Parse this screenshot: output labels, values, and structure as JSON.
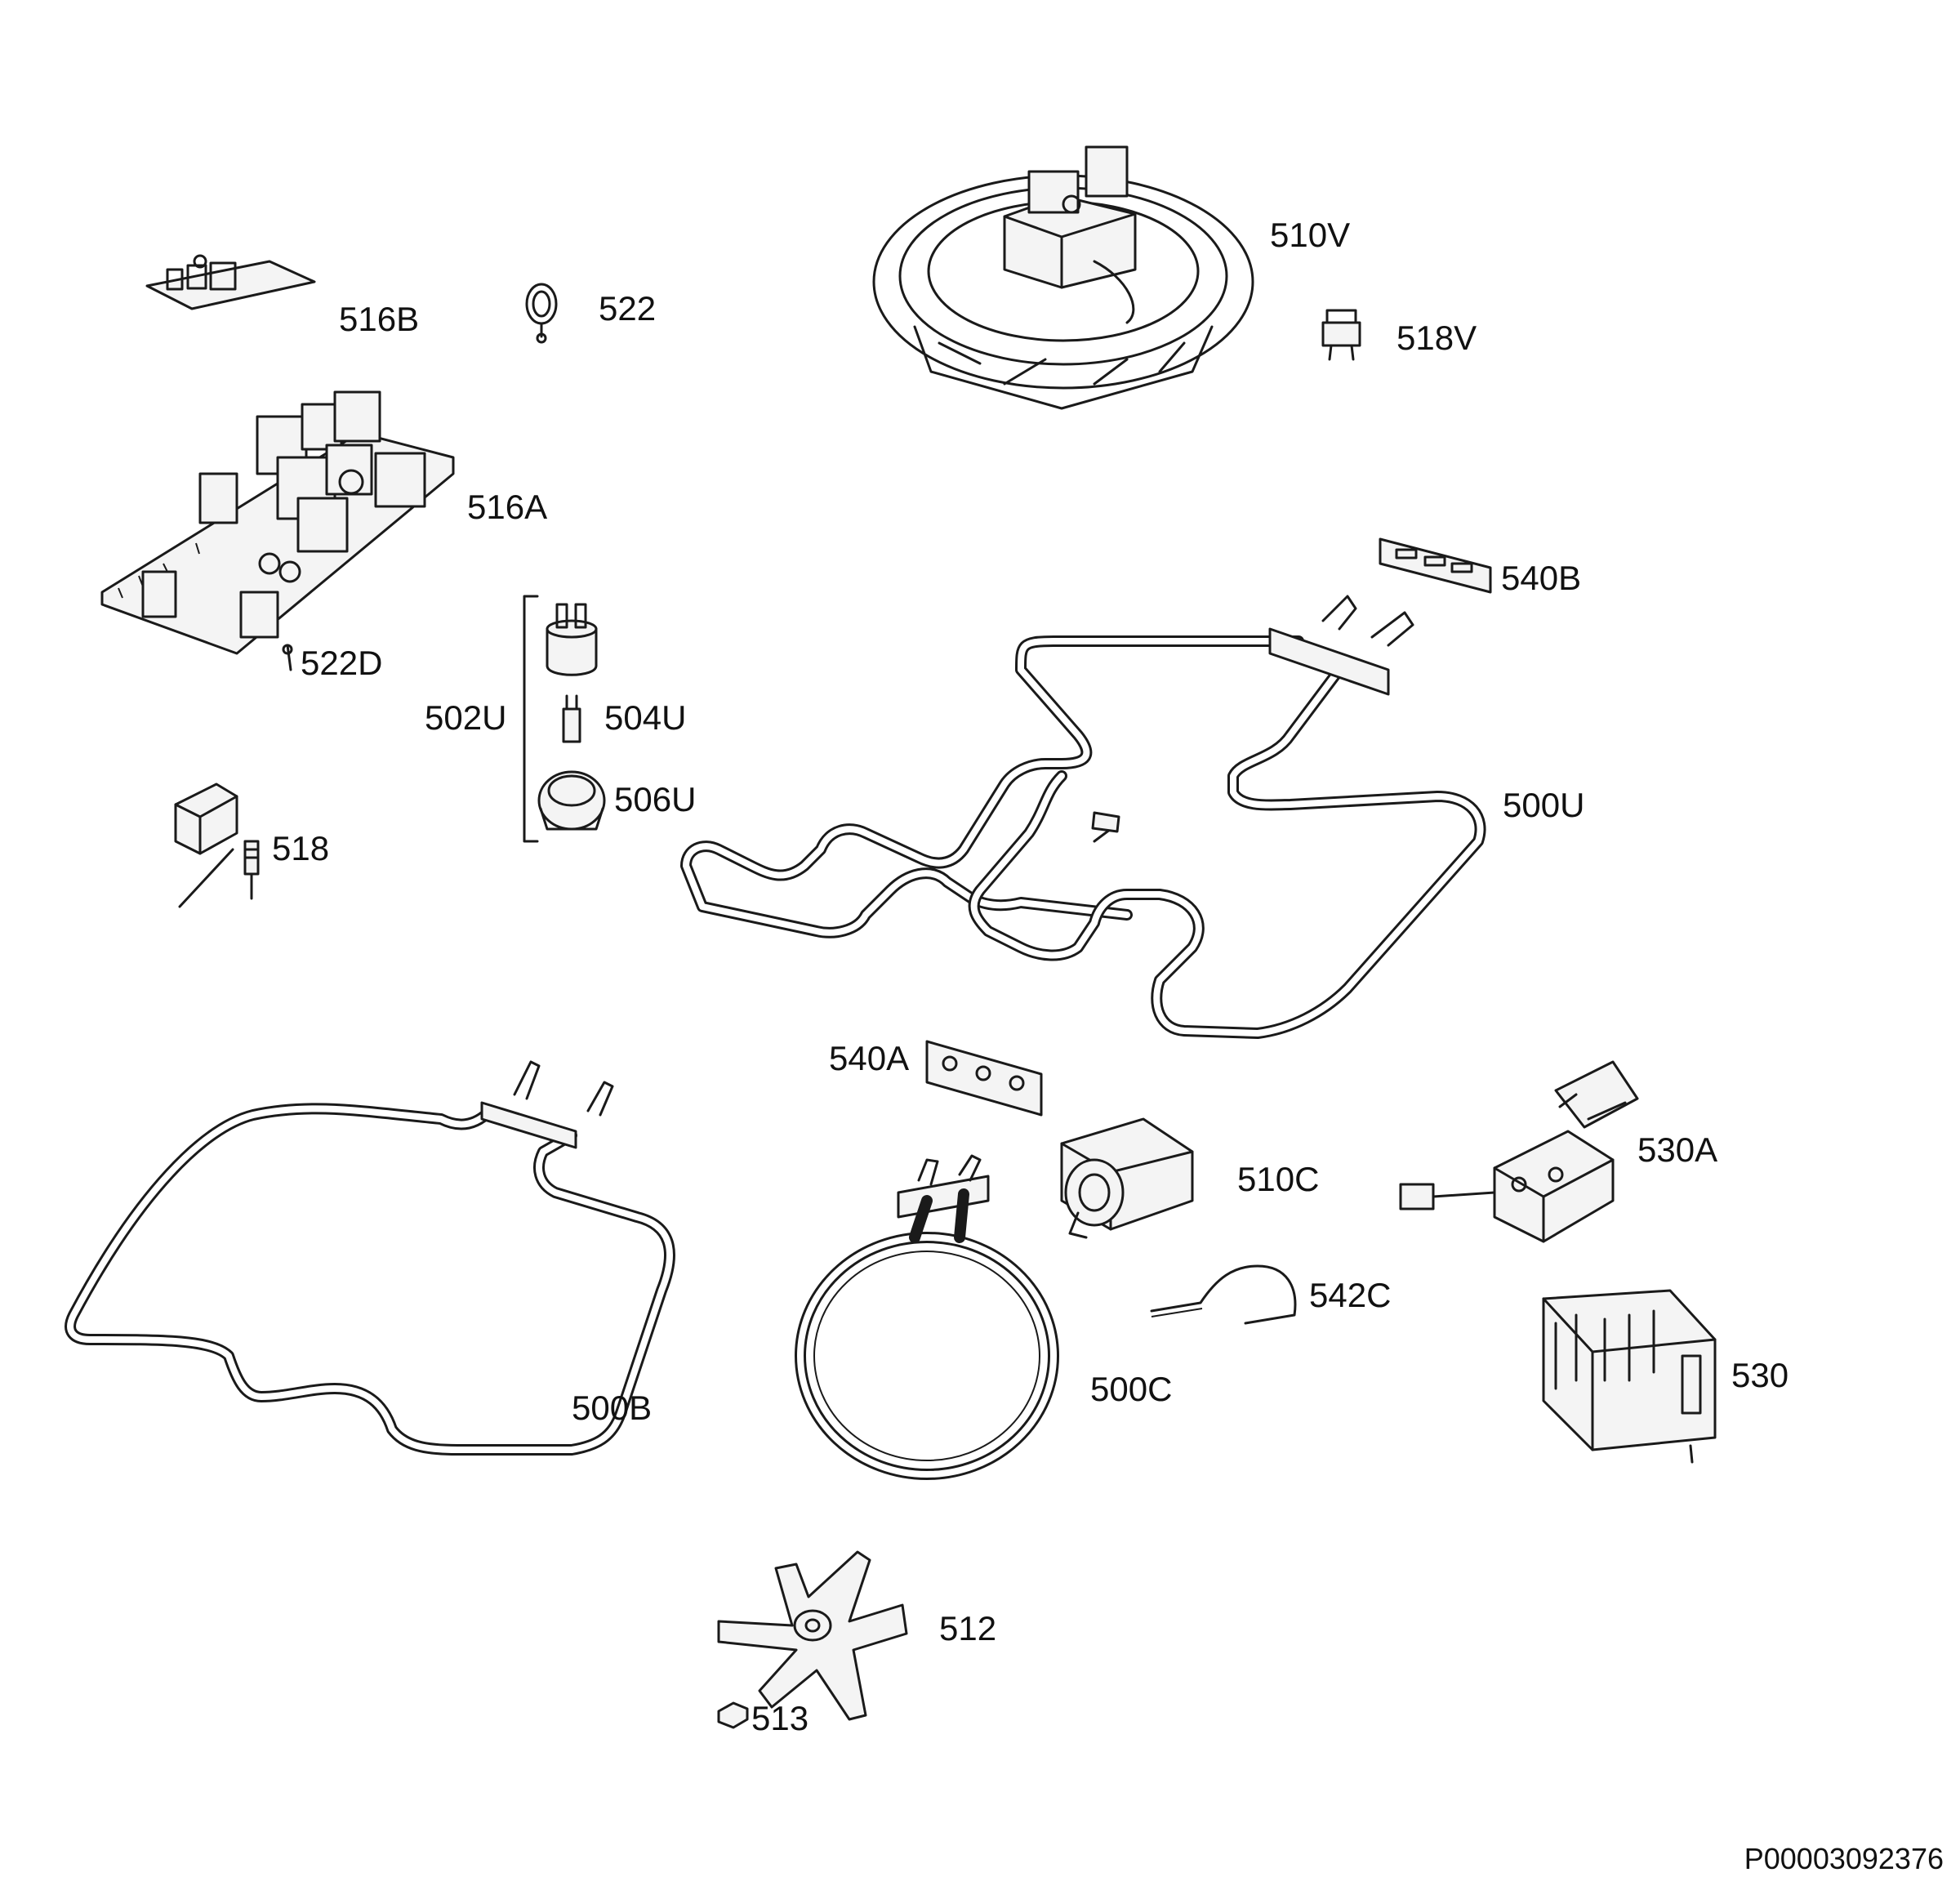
{
  "labels": {
    "p516B": "516B",
    "p522": "522",
    "p510V": "510V",
    "p518V": "518V",
    "p516A": "516A",
    "p522D": "522D",
    "p540B": "540B",
    "p502U": "502U",
    "p504U": "504U",
    "p506U": "506U",
    "p500U": "500U",
    "p518": "518",
    "p540A": "540A",
    "p530A": "530A",
    "p510C": "510C",
    "p542C": "542C",
    "p500B": "500B",
    "p500C": "500C",
    "p530": "530",
    "p512": "512",
    "p513": "513"
  },
  "drawing_code": "P00003092376"
}
